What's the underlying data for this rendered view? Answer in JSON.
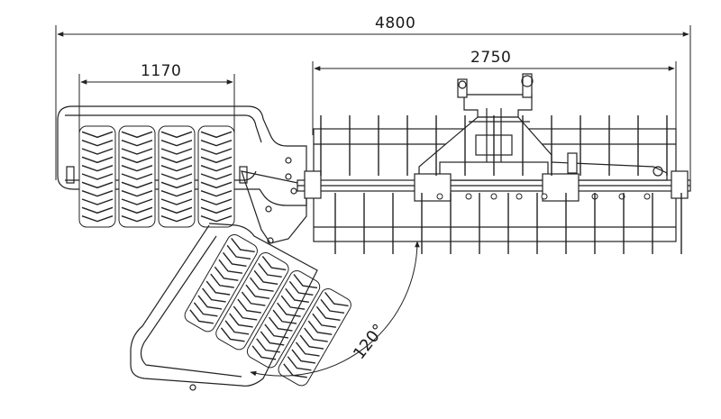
{
  "dimensions": {
    "overall_width": "4800",
    "roller_width": "1170",
    "frame_width": "2750"
  },
  "angle": {
    "rotation": "120°"
  }
}
